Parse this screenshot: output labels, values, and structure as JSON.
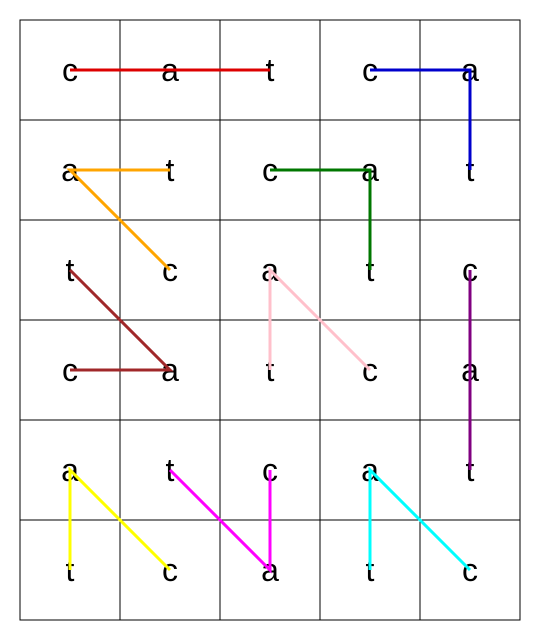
{
  "puzzle": {
    "rows": 6,
    "cols": 5,
    "grid": [
      [
        "c",
        "a",
        "t",
        "c",
        "a"
      ],
      [
        "a",
        "t",
        "c",
        "a",
        "t"
      ],
      [
        "t",
        "c",
        "a",
        "t",
        "c"
      ],
      [
        "c",
        "a",
        "t",
        "c",
        "a"
      ],
      [
        "a",
        "t",
        "c",
        "a",
        "t"
      ],
      [
        "t",
        "c",
        "a",
        "t",
        "c"
      ]
    ],
    "found_paths": [
      {
        "color": "#dd0000",
        "cells": [
          [
            0,
            0
          ],
          [
            0,
            1
          ],
          [
            0,
            2
          ]
        ]
      },
      {
        "color": "#0000cc",
        "cells": [
          [
            0,
            3
          ],
          [
            0,
            4
          ],
          [
            1,
            4
          ]
        ]
      },
      {
        "color": "#ffa500",
        "cells": [
          [
            1,
            1
          ],
          [
            1,
            0
          ],
          [
            2,
            1
          ]
        ]
      },
      {
        "color": "#007700",
        "cells": [
          [
            1,
            2
          ],
          [
            1,
            3
          ],
          [
            2,
            3
          ]
        ]
      },
      {
        "color": "#a0282a",
        "cells": [
          [
            2,
            0
          ],
          [
            3,
            1
          ],
          [
            3,
            0
          ]
        ]
      },
      {
        "color": "#ffc0cb",
        "cells": [
          [
            3,
            2
          ],
          [
            2,
            2
          ],
          [
            3,
            3
          ]
        ]
      },
      {
        "color": "#800080",
        "cells": [
          [
            2,
            4
          ],
          [
            3,
            4
          ],
          [
            4,
            4
          ]
        ]
      },
      {
        "color": "#ffff00",
        "cells": [
          [
            5,
            0
          ],
          [
            4,
            0
          ],
          [
            5,
            1
          ]
        ]
      },
      {
        "color": "#ff00ff",
        "cells": [
          [
            4,
            1
          ],
          [
            5,
            2
          ],
          [
            4,
            2
          ]
        ]
      },
      {
        "color": "#00ffff",
        "cells": [
          [
            5,
            3
          ],
          [
            4,
            3
          ],
          [
            5,
            4
          ]
        ]
      }
    ]
  }
}
